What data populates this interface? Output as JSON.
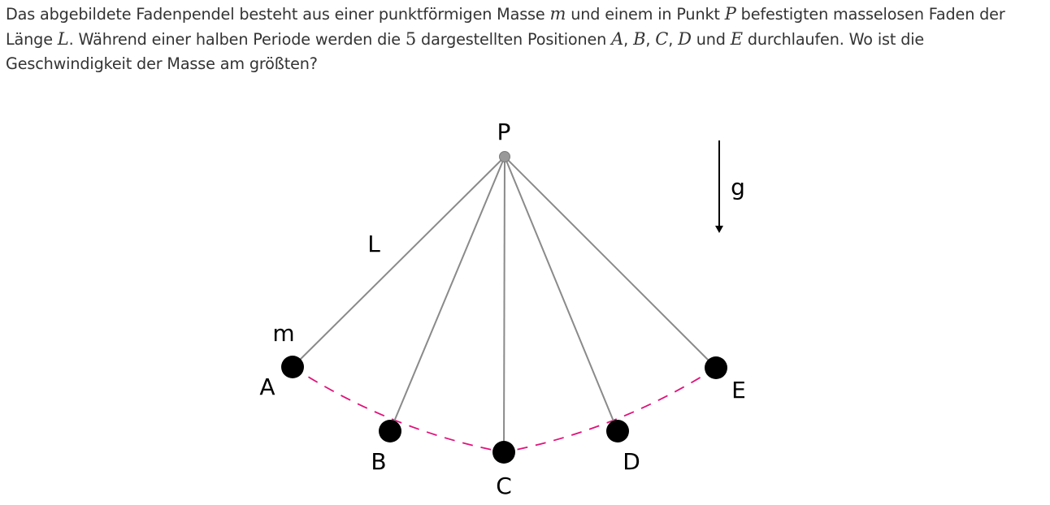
{
  "question": {
    "t1": "Das abgebildete Fadenpendel besteht aus einer punktförmigen Masse ",
    "m_symbol": "m",
    "t2": " und einem in Punkt ",
    "p_symbol": "P",
    "t3": " befestigten masselosen Faden der Länge ",
    "l_symbol": "L",
    "t4": ". Während einer halben Periode werden die ",
    "count": "5",
    "t5": " dargestellten Positionen ",
    "pos_a": "A",
    "sep1": ", ",
    "pos_b": "B",
    "sep2": ", ",
    "pos_c": "C",
    "sep3": ", ",
    "pos_d": "D",
    "t6": " und ",
    "pos_e": "E",
    "t7": " durchlaufen. Wo ist die Geschwindigkeit der Masse am größten?"
  },
  "figure": {
    "labels": {
      "pivot": "P",
      "length": "L",
      "mass": "m",
      "gravity": "g",
      "a": "A",
      "b": "B",
      "c": "C",
      "d": "D",
      "e": "E"
    },
    "colors": {
      "string": "#8a8a8a",
      "pivot": "#999999",
      "bob": "#000000",
      "path": "#e0137a",
      "arrow": "#000000"
    }
  }
}
